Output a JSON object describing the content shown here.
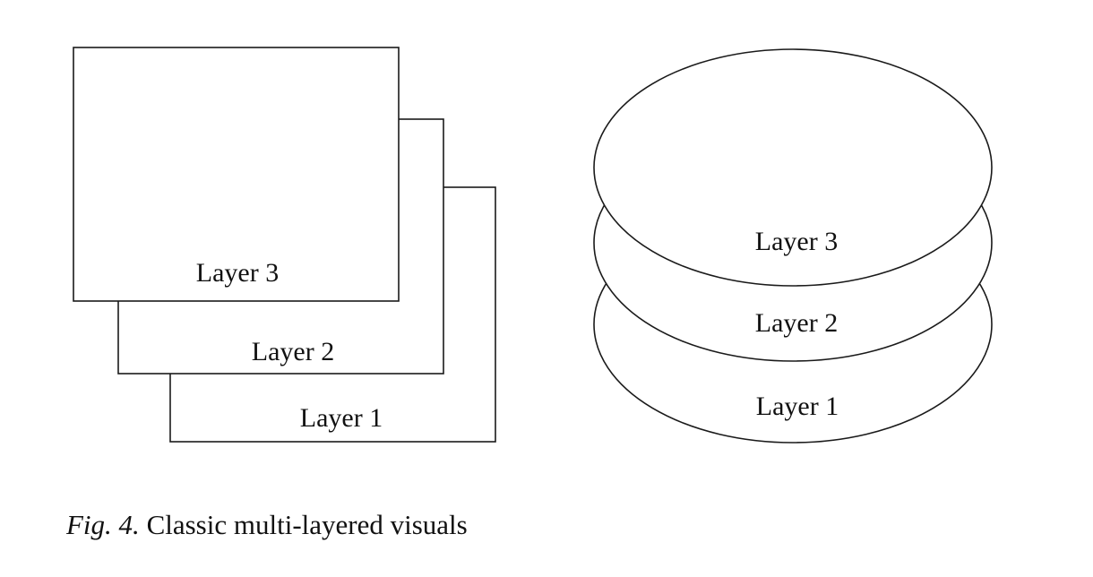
{
  "figure": {
    "left_diagram": {
      "type": "stacked-rectangles",
      "layers": [
        {
          "label": "Layer 1"
        },
        {
          "label": "Layer 2"
        },
        {
          "label": "Layer 3"
        }
      ]
    },
    "right_diagram": {
      "type": "stacked-ellipses",
      "layers": [
        {
          "label": "Layer 1"
        },
        {
          "label": "Layer 2"
        },
        {
          "label": "Layer 3"
        }
      ]
    },
    "caption": {
      "prefix": "Fig. 4.",
      "text": " Classic multi-layered visuals"
    }
  }
}
